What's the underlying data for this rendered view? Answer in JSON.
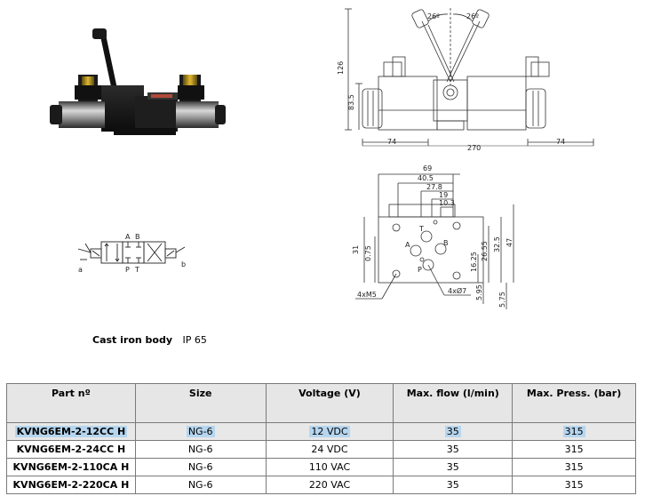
{
  "drawing": {
    "angle_left": "26º",
    "angle_right": "26º",
    "dim_126": "126",
    "dim_83_5": "83.5",
    "dim_74_left": "74",
    "dim_270": "270",
    "dim_74_right": "74",
    "dim_69": "69",
    "dim_40_5": "40.5",
    "dim_27_8": "27.8",
    "dim_19": "19",
    "dim_10_3": "10.3",
    "dim_31": "31",
    "dim_0_75": "0.75",
    "dim_16_25": "16.25",
    "dim_26_55": "26.55",
    "dim_32_5": "32.5",
    "dim_47": "47",
    "dim_5_95": "5.95",
    "dim_5_75": "5.75",
    "port_t_top": "T",
    "port_a": "A",
    "port_b": "B",
    "port_p": "P",
    "label_4xm5": "4xM5",
    "label_4xo7": "4xØ7"
  },
  "schematic": {
    "label_a_top": "A",
    "label_b_top": "B",
    "label_p": "P",
    "label_t": "T",
    "label_a_side": "a",
    "label_b_side": "b"
  },
  "body_info": {
    "label": "Cast iron body",
    "rating": "IP 65"
  },
  "table": {
    "headers": [
      "Part nº",
      "Size",
      "Voltage (V)",
      "Max. flow (l/min)",
      "Max. Press. (bar)"
    ],
    "rows": [
      [
        "KVNG6EM-2-12CC H",
        "NG-6",
        "12 VDC",
        "35",
        "315"
      ],
      [
        "KVNG6EM-2-24CC H",
        "NG-6",
        "24 VDC",
        "35",
        "315"
      ],
      [
        "KVNG6EM-2-110CA H",
        "NG-6",
        "110 VAC",
        "35",
        "315"
      ],
      [
        "KVNG6EM-2-220CA H",
        "NG-6",
        "220 VAC",
        "35",
        "315"
      ]
    ]
  }
}
